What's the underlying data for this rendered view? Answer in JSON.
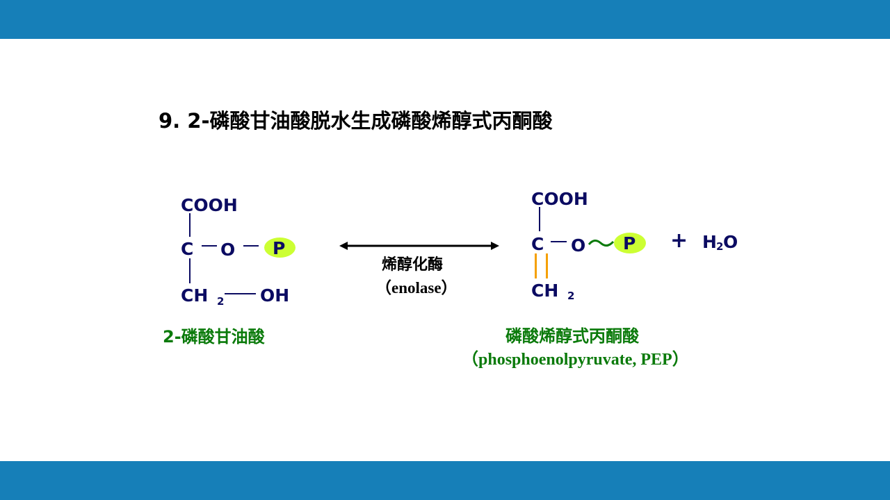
{
  "slide": {
    "title": "9. 2-磷酸甘油酸脱水生成磷酸烯醇式丙酮酸",
    "reactant": {
      "top_group": "COOH",
      "center_atom": "C",
      "oxygen": "O",
      "phosphate": "P",
      "bottom_group": "CH",
      "bottom_subscript": "2",
      "hydroxyl": "OH",
      "name_cn": "2-磷酸甘油酸"
    },
    "enzyme": {
      "name_cn": "烯醇化酶",
      "name_en": "（enolase）"
    },
    "product": {
      "top_group": "COOH",
      "center_atom": "C",
      "oxygen": "O",
      "high_energy_bond": "～",
      "phosphate": "P",
      "bottom_group": "CH",
      "bottom_subscript": "2",
      "plus": "+",
      "water_h": "H",
      "water_sub": "2",
      "water_o": "O",
      "name_cn": "磷酸烯醇式丙酮酸",
      "name_en": "（phosphoenolpyruvate, PEP）"
    },
    "colors": {
      "bar": "#167fb8",
      "molecule": "#0b0b62",
      "label": "#0a7a0a",
      "phosphate_fill": "#ccff33",
      "double_bond": "#f5a000"
    }
  }
}
